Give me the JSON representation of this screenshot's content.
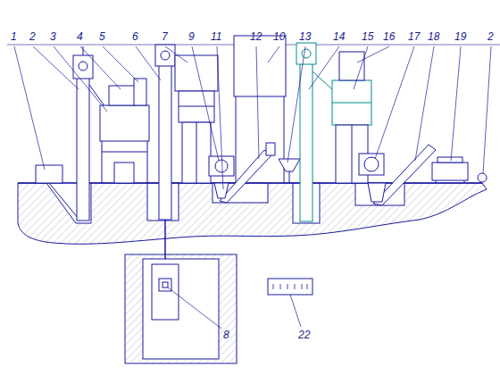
{
  "diagram": {
    "labels": [
      "1",
      "2",
      "3",
      "4",
      "5",
      "6",
      "7",
      "9",
      "11",
      "12",
      "10",
      "13",
      "14",
      "15",
      "16",
      "17",
      "18",
      "19",
      "2",
      "8",
      "22"
    ]
  }
}
